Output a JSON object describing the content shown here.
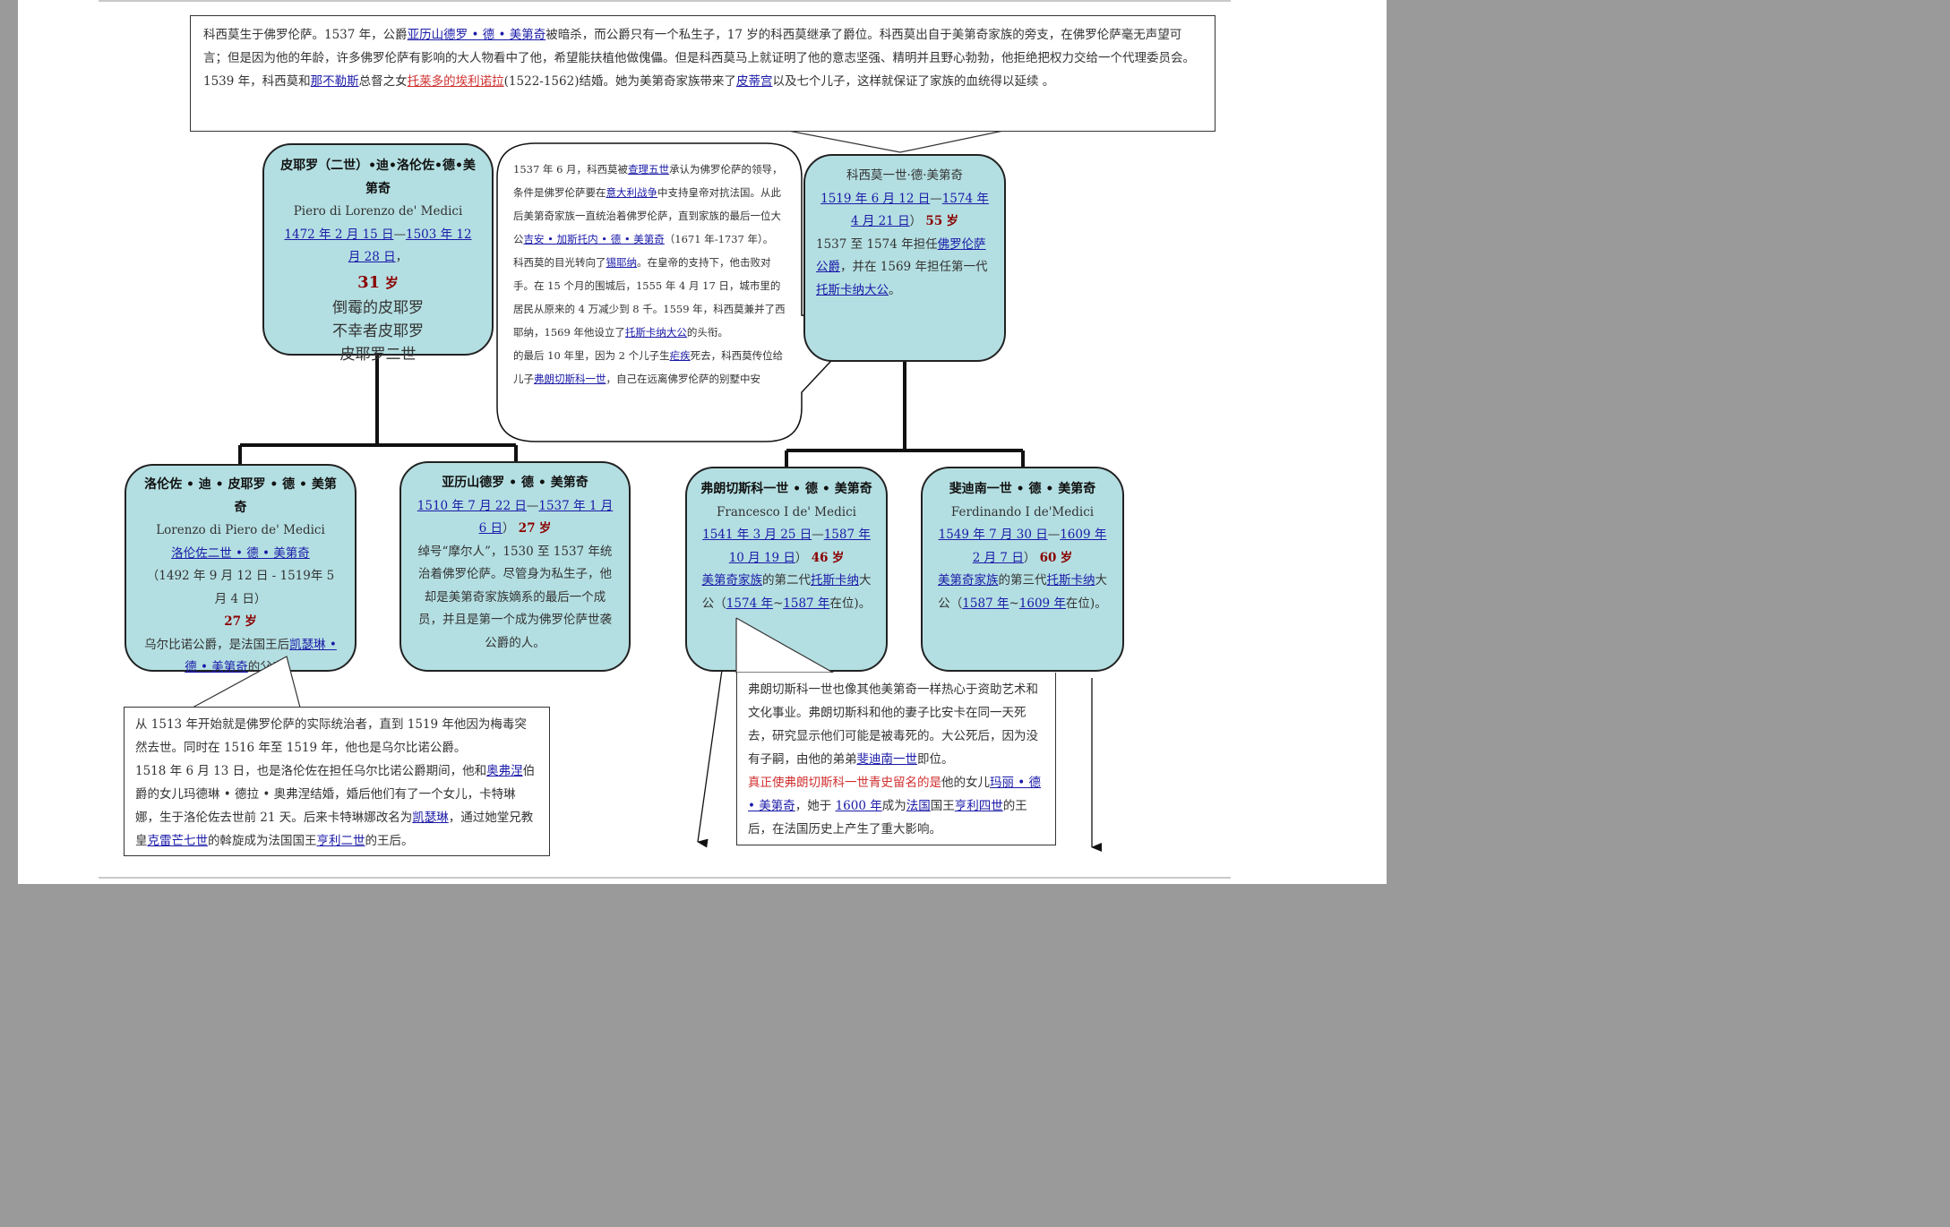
{
  "top_box": {
    "p1": [
      {
        "t": "科西莫生于佛罗伦萨。1537 年，公爵"
      },
      {
        "t": "亚历山德罗 • 德 • 美第奇",
        "link": true
      },
      {
        "t": "被暗杀，而公爵只有一个私生子，17 岁的科西莫继承了爵位。科西莫出自于美第奇家族的旁支，在佛罗伦萨毫无声望可言；但是因为他的年龄，许多佛罗伦萨有影响的大人物看中了他，希望能扶植他做傀儡。但是科西莫马上就证明了他的意志坚强、精明并且野心勃勃，他拒绝把权力交给一个代理委员会。"
      }
    ],
    "p2": [
      {
        "t": "1539 年，科西莫和"
      },
      {
        "t": "那不勒斯",
        "link": true
      },
      {
        "t": "总督之女"
      },
      {
        "t": "托莱多的埃利诺拉",
        "redlink": true
      },
      {
        "t": "(1522-1562)结婚。她为美第奇家族带来了"
      },
      {
        "t": "皮蒂宫",
        "link": true
      },
      {
        "t": "以及七个儿子，这样就保证了家族的血统得以延续 。"
      }
    ]
  },
  "piero": {
    "name": "皮耶罗（二世）•迪•洛伦佐•德•美第奇",
    "latin": "Piero di Lorenzo de' Medici",
    "dates": [
      {
        "t": "1472 年 2 月 15 日",
        "link": true
      },
      {
        "t": "—"
      },
      {
        "t": "1503 年 12 月 28 日",
        "link": true
      },
      {
        "t": "，"
      }
    ],
    "age_num": "31",
    "age_unit": "岁",
    "nick1": "倒霉的皮耶罗",
    "nick2": "不幸者皮耶罗",
    "nick3": "皮耶罗二世"
  },
  "bubble": {
    "p1": [
      {
        "t": "1537 年 6 月，科西莫被"
      },
      {
        "t": "查理五世",
        "link": true
      },
      {
        "t": "承认为佛罗伦萨的领导，条件是佛罗伦萨要在"
      },
      {
        "t": "意大利战争",
        "link": true
      },
      {
        "t": "中支持皇帝对抗法国。从此后美第奇家族一直统治着佛罗伦萨，直到家族的最后一位大公"
      },
      {
        "t": "吉安 • 加斯托内 • 德 • 美第奇",
        "link": true
      },
      {
        "t": "（1671 年-1737 年）。"
      }
    ],
    "p2": [
      {
        "t": "科西莫的目光转向了"
      },
      {
        "t": "锡耶纳",
        "link": true
      },
      {
        "t": "。在皇帝的支持下，他击败对手。在 15 个月的围城后，1555 年 4 月 17 日，城市里的居民从原来的 4 万减少到 8 千。1559 年，科西莫兼并了西耶纳，1569 年他设立了"
      },
      {
        "t": "托斯卡纳大公",
        "link": true
      },
      {
        "t": "的头衔。"
      }
    ],
    "p3": [
      {
        "t": "的最后 10 年里，因为 2 个儿子生"
      },
      {
        "t": "疟疾",
        "link": true
      },
      {
        "t": "死去，科西莫传位给儿子"
      },
      {
        "t": "弗朗切斯科一世",
        "link": true
      },
      {
        "t": "，自己在远离佛罗伦萨的别墅中安"
      }
    ]
  },
  "cosimo": {
    "name": "科西莫一世·德·美第奇",
    "dates": [
      {
        "t": "1519 年 6 月 12 日",
        "link": true
      },
      {
        "t": "—"
      },
      {
        "t": "1574 年 4 月 21 日",
        "link": true
      },
      {
        "t": "）"
      }
    ],
    "age_num": "55",
    "age_unit": "岁",
    "desc": [
      {
        "t": "1537 至 1574 年担任"
      },
      {
        "t": "佛罗伦萨公爵",
        "link": true
      },
      {
        "t": "，并在 1569 年担任第一代"
      },
      {
        "t": "托斯卡纳大公",
        "link": true
      },
      {
        "t": "。"
      }
    ]
  },
  "lorenzo": {
    "name": "洛伦佐 • 迪 • 皮耶罗 • 德 • 美第奇",
    "latin": "Lorenzo di Piero de' Medici",
    "alias": "洛伦佐二世 • 德 • 美第奇",
    "dates": "（1492 年 9 月 12 日 - 1519年 5 月 4 日）",
    "age_num": "27",
    "age_unit": "岁",
    "desc": [
      {
        "t": "乌尔比诺公爵，是法国王后"
      },
      {
        "t": "凯瑟琳 • 德 • 美第奇",
        "link": true
      },
      {
        "t": "的父亲。"
      }
    ]
  },
  "alessandro": {
    "name": "亚历山德罗 • 德 • 美第奇",
    "dates": [
      {
        "t": "1510 年 7 月 22 日",
        "link": true
      },
      {
        "t": "—"
      },
      {
        "t": "1537 年 1 月 6 日",
        "link": true
      },
      {
        "t": "）"
      }
    ],
    "age_num": "27",
    "age_unit": "岁",
    "desc": "绰号“摩尔人”，1530 至 1537 年统治着佛罗伦萨。尽管身为私生子，他却是美第奇家族嫡系的最后一个成员，并且是第一个成为佛罗伦萨世袭公爵的人。"
  },
  "francesco": {
    "name": "弗朗切斯科一世 • 德 • 美第奇",
    "latin": "Francesco I de' Medici",
    "dates": [
      {
        "t": "1541 年 3 月 25 日",
        "link": true
      },
      {
        "t": "—"
      },
      {
        "t": "1587 年 10 月 19 日",
        "link": true
      },
      {
        "t": "）"
      }
    ],
    "age_num": "46",
    "age_unit": "岁",
    "desc": [
      {
        "t": "美第奇家族",
        "link": true
      },
      {
        "t": "的第二代"
      },
      {
        "t": "托斯卡纳",
        "link": true
      },
      {
        "t": "大公（"
      },
      {
        "t": "1574 年",
        "link": true
      },
      {
        "t": "~"
      },
      {
        "t": "1587 年",
        "link": true
      },
      {
        "t": "在位)。"
      }
    ]
  },
  "ferdinando": {
    "name": "斐迪南一世 • 德 • 美第奇",
    "latin": "Ferdinando I de'Medici",
    "dates": [
      {
        "t": "1549 年 7 月 30 日",
        "link": true
      },
      {
        "t": "—"
      },
      {
        "t": "1609 年 2 月 7 日",
        "link": true
      },
      {
        "t": "）"
      }
    ],
    "age_num": "60",
    "age_unit": "岁",
    "desc": [
      {
        "t": "美第奇家族",
        "link": true
      },
      {
        "t": "的第三代"
      },
      {
        "t": "托斯卡纳",
        "link": true
      },
      {
        "t": "大公（"
      },
      {
        "t": "1587 年",
        "link": true
      },
      {
        "t": "~"
      },
      {
        "t": "1609 年",
        "link": true
      },
      {
        "t": "在位)。"
      }
    ]
  },
  "lorenzo_note": {
    "p1": [
      {
        "t": "从 1513 年开始就是佛罗伦萨的实际统治者，直到 1519 年他因为梅毒突然去世。同时在 1516 年至 1519 年，他也是乌尔比诺公爵。"
      }
    ],
    "p2": [
      {
        "t": "1518 年 6 月 13 日，也是洛伦佐在担任乌尔比诺公爵期间，他和"
      },
      {
        "t": "奥弗涅",
        "link": true
      },
      {
        "t": "伯爵的女儿玛德琳 • 德拉 • 奥弗涅结婚，婚后他们有了一个女儿，卡特琳娜，生于洛伦佐去世前 21 天。后来卡特琳娜改名为"
      },
      {
        "t": "凯瑟琳",
        "link": true
      },
      {
        "t": "，通过她堂兄教皇"
      },
      {
        "t": "克雷芒七世",
        "link": true
      },
      {
        "t": "的斡旋成为法国国王"
      },
      {
        "t": "亨利二世",
        "link": true
      },
      {
        "t": "的王后。"
      }
    ]
  },
  "francesco_note": {
    "p1": [
      {
        "t": "弗朗切斯科一世也像其他美第奇一样热心于资助艺术和文化事业。弗朗切斯科和他的妻子比安卡在同一天死去，研究显示他们可能是被毒死的。大公死后，因为没有子嗣，由他的弟弟"
      },
      {
        "t": "斐迪南一世",
        "link": true
      },
      {
        "t": "即位。"
      }
    ],
    "p2": [
      {
        "t": "真正使弗朗切斯科一世青史留名的是",
        "red": true
      },
      {
        "t": "他的女儿"
      },
      {
        "t": "玛丽 • 德 • 美第奇",
        "link": true
      },
      {
        "t": "，她于 "
      },
      {
        "t": "1600 年",
        "link": true
      },
      {
        "t": "成为"
      },
      {
        "t": "法国",
        "link": true
      },
      {
        "t": "国王"
      },
      {
        "t": "亨利四世",
        "link": true
      },
      {
        "t": "的王后，在法国历史上产生了重大影响。"
      }
    ]
  }
}
